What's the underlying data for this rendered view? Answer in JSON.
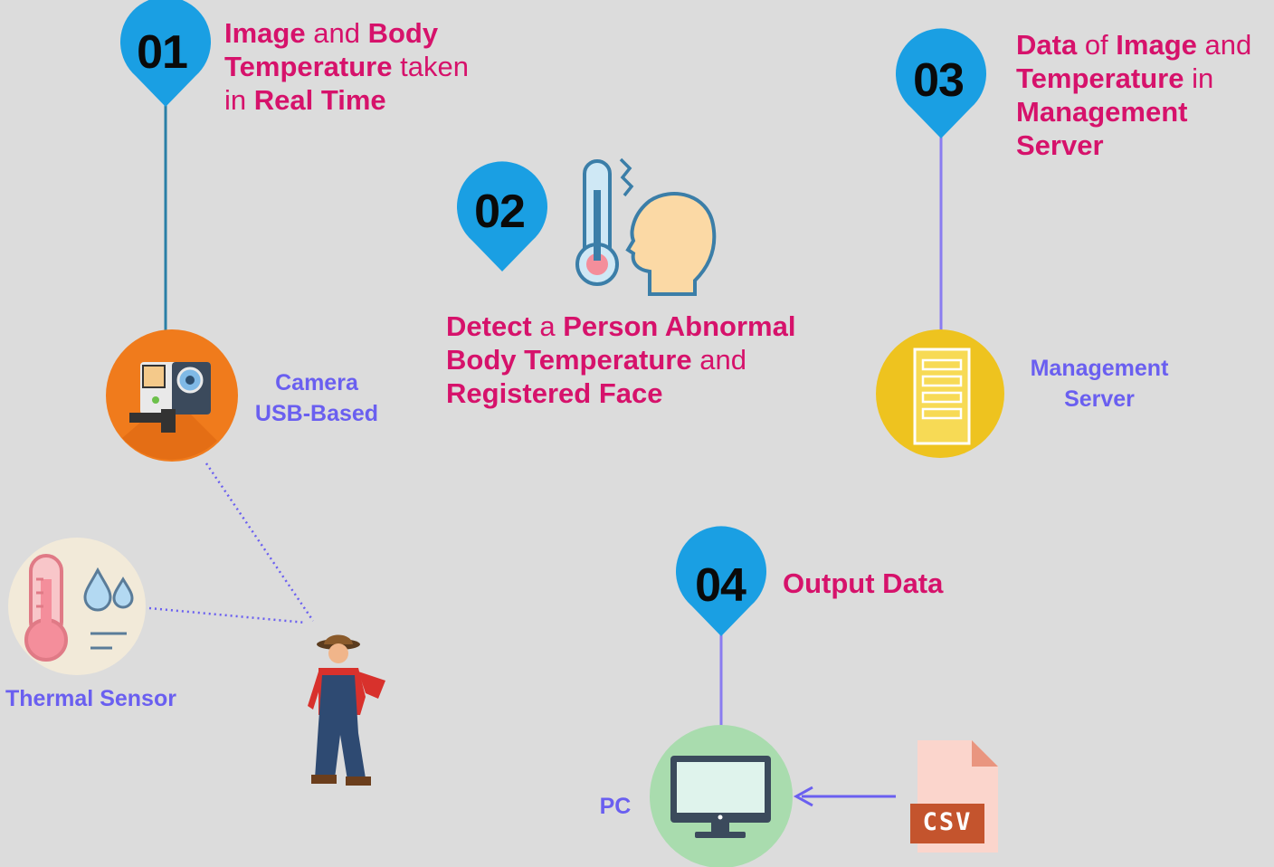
{
  "steps": [
    {
      "number": "01",
      "parts": [
        {
          "text": "Image",
          "bold": true
        },
        {
          "text": " and ",
          "bold": false
        },
        {
          "text": "Body",
          "bold": true
        },
        {
          "br": true
        },
        {
          "text": "Temperature",
          "bold": true
        },
        {
          "text": " taken",
          "bold": false
        },
        {
          "br": true
        },
        {
          "text": "in ",
          "bold": false
        },
        {
          "text": "Real Time",
          "bold": true
        }
      ]
    },
    {
      "number": "02",
      "parts": [
        {
          "text": "Detect",
          "bold": true
        },
        {
          "text": " a ",
          "bold": false
        },
        {
          "text": "Person Abnormal",
          "bold": true
        },
        {
          "br": true
        },
        {
          "text": "Body Temperature",
          "bold": true
        },
        {
          "text": " and",
          "bold": false
        },
        {
          "br": true
        },
        {
          "text": "Registered Face",
          "bold": true
        }
      ]
    },
    {
      "number": "03",
      "parts": [
        {
          "text": " Data",
          "bold": true
        },
        {
          "text": " of ",
          "bold": false
        },
        {
          "text": "Image",
          "bold": true
        },
        {
          "text": " and",
          "bold": false
        },
        {
          "br": true
        },
        {
          "text": "Temperature",
          "bold": true
        },
        {
          "text": " in",
          "bold": false
        },
        {
          "br": true
        },
        {
          "text": "Management",
          "bold": true
        },
        {
          "br": true
        },
        {
          "text": "Server",
          "bold": true
        }
      ]
    },
    {
      "number": "04",
      "parts": [
        {
          "text": "Output Data",
          "bold": true
        }
      ]
    }
  ],
  "devices": {
    "camera_label_1": "Camera",
    "camera_label_2": "USB-Based",
    "server_label_1": "Management",
    "server_label_2": "Server",
    "thermal_label": "Thermal Sensor",
    "pc_label": "PC",
    "csv_label": "CSV"
  },
  "icons": {
    "camera": "action-camera-icon",
    "server": "server-icon",
    "thermal": "thermometer-droplets-icon",
    "pc": "monitor-icon",
    "csv": "csv-file-icon",
    "person": "worker-person-icon",
    "fever": "fever-head-icon",
    "pin": "map-pin-icon"
  },
  "colors": {
    "background": "#dcdcdc",
    "pin": "#1a9fe3",
    "step_text": "#d6126b",
    "device_label": "#6a5ff0",
    "camera_circle": "#f07b1c",
    "server_circle": "#eec31f",
    "thermal_circle": "#f2ead9",
    "pc_circle": "#a9dcae",
    "connector_teal": "#2a7fa6",
    "connector_purple": "#8a7cf0"
  }
}
